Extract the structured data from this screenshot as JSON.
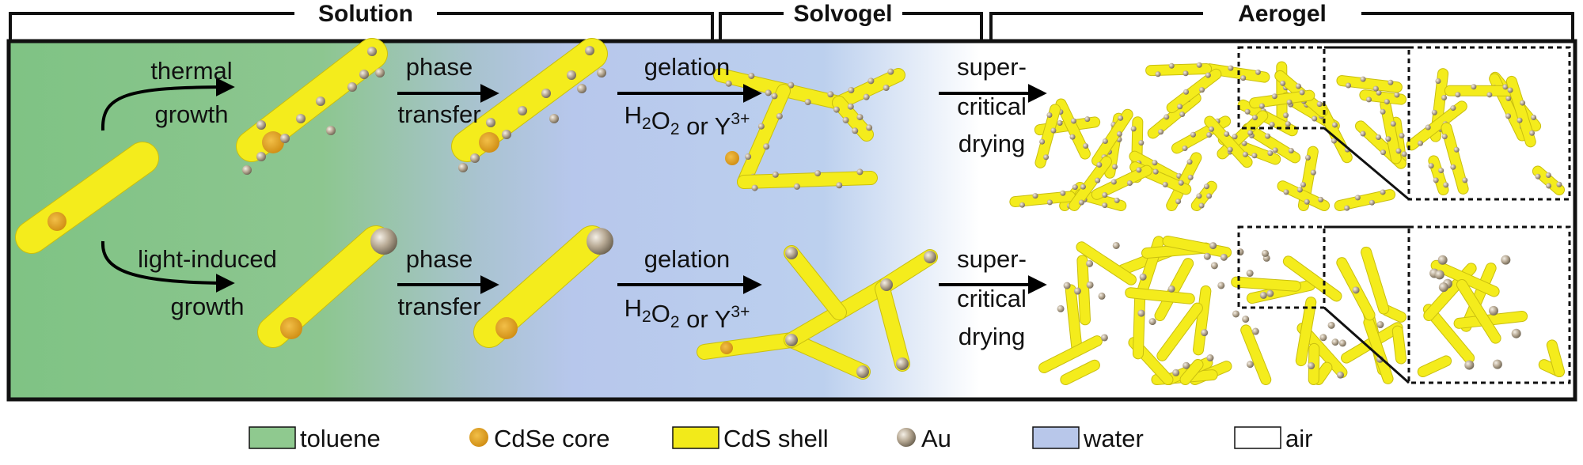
{
  "stages": [
    "Solution",
    "Solvogel",
    "Aerogel"
  ],
  "rows": [
    {
      "growth": [
        "thermal",
        "growth"
      ],
      "phase": [
        "phase",
        "transfer"
      ],
      "gelation": "gelation",
      "reagent": "H2O2 or Y3+",
      "drying": [
        "super-",
        "critical",
        "drying"
      ]
    },
    {
      "growth": [
        "light-induced",
        "growth"
      ],
      "phase": [
        "phase",
        "transfer"
      ],
      "gelation": "gelation",
      "reagent": "H2O2 or Y3+",
      "drying": [
        "super-",
        "critical",
        "drying"
      ]
    }
  ],
  "legend": [
    {
      "label": "toluene",
      "swatch": "rect",
      "color": "#8fc98f"
    },
    {
      "label": "CdSe core",
      "swatch": "dot",
      "color": "#e3a21a"
    },
    {
      "label": "CdS shell",
      "swatch": "rect",
      "color": "#f2ea1a"
    },
    {
      "label": "Au",
      "swatch": "dot",
      "color": "#b9ab96"
    },
    {
      "label": "water",
      "swatch": "rect",
      "color": "#b8c7ea"
    },
    {
      "label": "air",
      "swatch": "rect",
      "color": "#ffffff"
    }
  ],
  "colors": {
    "toluene": "#7fc384",
    "water": "#b4c6ec",
    "rod": "#f4ec1c",
    "rod_edge": "#c9bf10",
    "core": "#e0a020",
    "gold": "#b3a58f"
  }
}
